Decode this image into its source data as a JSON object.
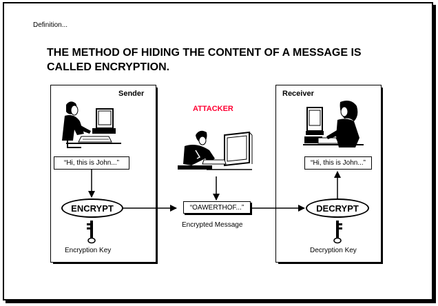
{
  "slide": {
    "definition": "Definition...",
    "heading": "THE METHOD OF HIDING THE CONTENT OF A MESSAGE IS CALLED ENCRYPTION."
  },
  "sender": {
    "title": "Sender",
    "message": "“Hi, this is John...”",
    "action": "ENCRYPT",
    "key_label": "Encryption Key"
  },
  "attacker": {
    "title": "ATTACKER",
    "title_color": "#ff0033",
    "message": "“OAWERTHOF...”",
    "message_label": "Encrypted Message"
  },
  "receiver": {
    "title": "Receiver",
    "message": "“Hi, this is John...”",
    "action": "DECRYPT",
    "key_label": "Decryption Key"
  },
  "icons": [
    "person-at-computer-icon",
    "key-icon",
    "arrow-icon"
  ]
}
